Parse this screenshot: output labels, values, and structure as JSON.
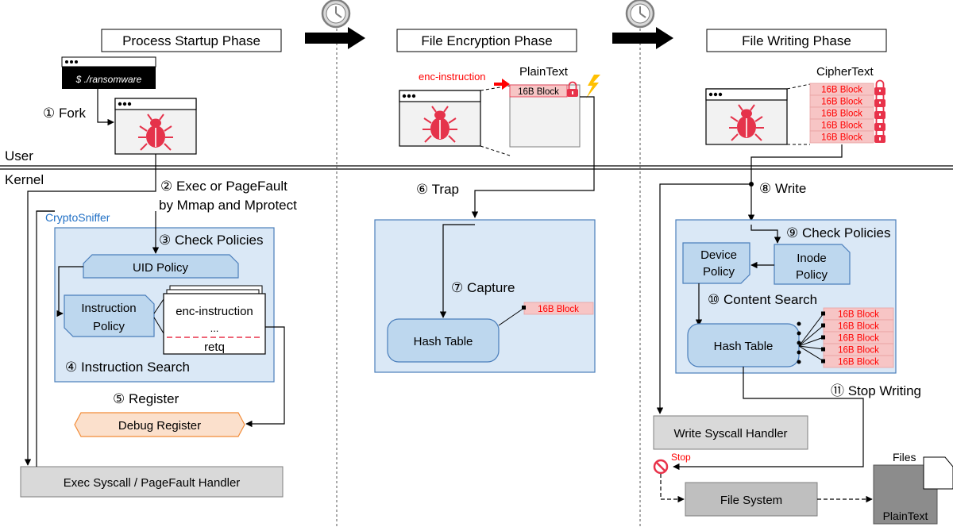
{
  "phases": {
    "startup": "Process Startup Phase",
    "encryption": "File Encryption Phase",
    "writing": "File Writing Phase"
  },
  "layers": {
    "user": "User",
    "kernel": "Kernel"
  },
  "startup": {
    "terminal_cmd": "$ ./ransomware",
    "fork": "① Fork",
    "exec_line1": "② Exec or PageFault",
    "exec_line2": "by Mmap and Mprotect",
    "module_name": "CryptoSniffer",
    "check_policies": "③ Check Policies",
    "uid_policy": "UID Policy",
    "instruction_policy_line1": "Instruction",
    "instruction_policy_line2": "Policy",
    "enc_instruction": "enc-instruction",
    "ellipsis": "...",
    "retq": "retq",
    "instruction_search": "④ Instruction Search",
    "register": "⑤ Register",
    "debug_register": "Debug Register",
    "exec_handler": "Exec Syscall / PageFault Handler"
  },
  "encryption": {
    "enc_instruction": "enc-instruction",
    "plaintext": "PlainText",
    "block": "16B Block",
    "trap": "⑥ Trap",
    "capture": "⑦ Capture",
    "captured_block": "16B Block",
    "hash_table": "Hash Table"
  },
  "writing": {
    "ciphertext": "CipherText",
    "blocks": [
      "16B Block",
      "16B Block",
      "16B Block",
      "16B Block",
      "16B Block"
    ],
    "write": "⑧ Write",
    "check_policies": "⑨ Check Policies",
    "device_policy_line1": "Device",
    "device_policy_line2": "Policy",
    "inode_policy_line1": "Inode",
    "inode_policy_line2": "Policy",
    "content_search": "⑩ Content Search",
    "hash_blocks": [
      "16B Block",
      "16B Block",
      "16B Block",
      "16B Block",
      "16B Block"
    ],
    "hash_table": "Hash Table",
    "stop_writing": "⑪ Stop Writing",
    "write_handler": "Write Syscall Handler",
    "stop": "Stop",
    "file_system": "File System",
    "files": "Files",
    "plaintext_file": "PlainText"
  },
  "colors": {
    "policy_fill": "#bdd7ee",
    "panel_fill": "#dae8f6",
    "panel_stroke": "#4a7ebb",
    "block_fill": "#f7c5c5",
    "lock_red": "#e8324a",
    "bug_red": "#e5334b",
    "debug_fill": "#fbe0cc",
    "debug_stroke": "#f28c38",
    "handler_fill": "#d9d9d9",
    "bolt_yellow": "#ffc000"
  }
}
